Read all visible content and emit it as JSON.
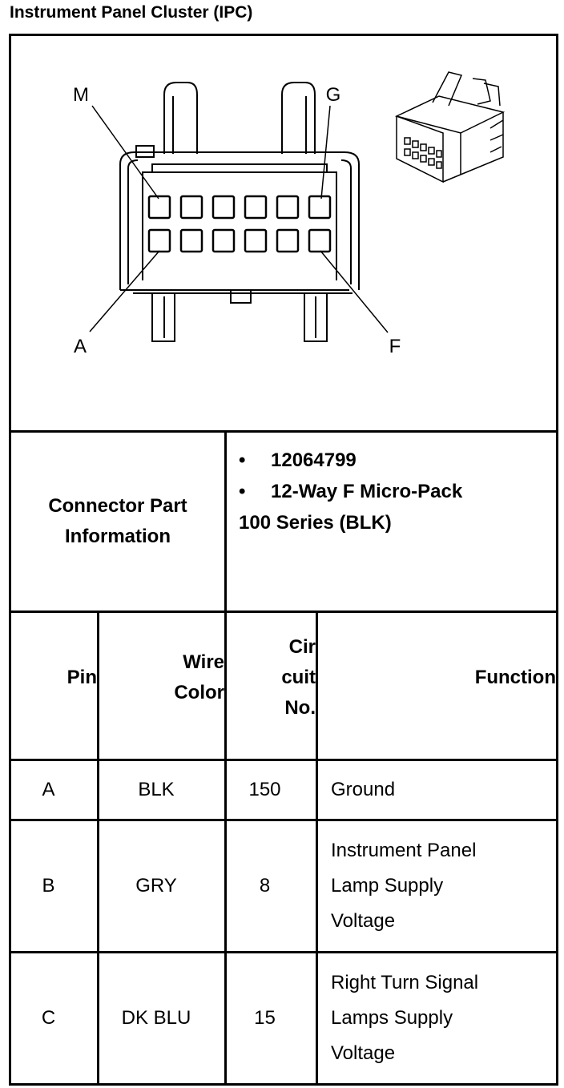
{
  "page": {
    "title": "Instrument Panel Cluster (IPC)"
  },
  "diagram": {
    "pin_labels": {
      "top_left": "M",
      "top_right": "G",
      "bottom_left": "A",
      "bottom_right": "F"
    }
  },
  "connector_info": {
    "label_line1": "Connector Part",
    "label_line2": "Information",
    "bullets": [
      "12064799",
      "12-Way F Micro-Pack"
    ],
    "continuation": "100 Series (BLK)"
  },
  "table": {
    "headers": {
      "pin": "Pin",
      "wire_color_line1": "Wire",
      "wire_color_line2": "Color",
      "circuit_line1": "Cir",
      "circuit_line2": "cuit",
      "circuit_line3": "No.",
      "function": "Function"
    },
    "rows": [
      {
        "pin": "A",
        "wire_color": "BLK",
        "circuit": "150",
        "function_lines": [
          "Ground"
        ]
      },
      {
        "pin": "B",
        "wire_color": "GRY",
        "circuit": "8",
        "function_lines": [
          "Instrument Panel",
          "Lamp Supply",
          "Voltage"
        ]
      },
      {
        "pin": "C",
        "wire_color": "DK BLU",
        "circuit": "15",
        "function_lines": [
          "Right Turn Signal",
          "Lamps Supply",
          "Voltage"
        ]
      }
    ]
  }
}
